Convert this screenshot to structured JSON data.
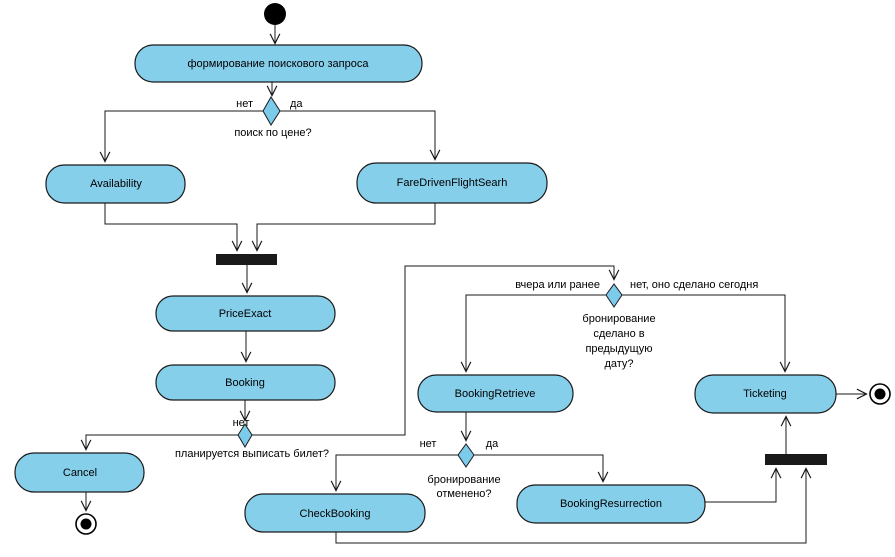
{
  "colors": {
    "activity_fill": "#86cfeb",
    "decision_fill": "#7ccbea",
    "outline": "#1a1a1a",
    "background": "#ffffff"
  },
  "activities": {
    "form_query": "формирование поискового запроса",
    "availability": "Availability",
    "fare_driven": "FareDrivenFlightSearh",
    "price_exact": "PriceExact",
    "booking": "Booking",
    "cancel": "Cancel",
    "booking_retrieve": "BookingRetrieve",
    "ticketing": "Ticketing",
    "check_booking": "CheckBooking",
    "booking_resurrection": "BookingResurrection"
  },
  "decisions": {
    "price_search": {
      "question": "поиск по цене?",
      "no_label": "нет",
      "yes_label": "да"
    },
    "ticket_planned": {
      "question": "планируется выписать билет?",
      "no_label": "нет"
    },
    "booking_date": {
      "question_lines": [
        "бронирование",
        "сделано в",
        "предыдущую",
        "дату?"
      ],
      "left_label": "вчера или ранее",
      "right_label": "нет, оно сделано сегодня"
    },
    "booking_cancelled": {
      "question_lines": [
        "бронирование",
        "отменено?"
      ],
      "no_label": "нет",
      "yes_label": "да"
    }
  }
}
